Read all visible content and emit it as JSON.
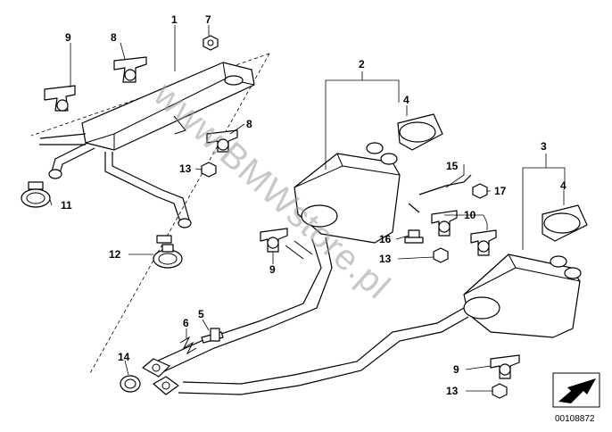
{
  "callouts": {
    "c1": "1",
    "c2": "2",
    "c3": "3",
    "c4a": "4",
    "c4b": "4",
    "c5": "5",
    "c6": "6",
    "c7": "7",
    "c8a": "8",
    "c8b": "8",
    "c9a": "9",
    "c9b": "9",
    "c9c": "9",
    "c10": "10",
    "c11": "11",
    "c12": "12",
    "c13a": "13",
    "c13b": "13",
    "c13c": "13",
    "c14": "14",
    "c15": "15",
    "c16": "16",
    "c17": "17"
  },
  "watermark": "www.BMWstore.pl",
  "reference_number": "00108872",
  "icons": [
    "direction-arrow-icon"
  ]
}
